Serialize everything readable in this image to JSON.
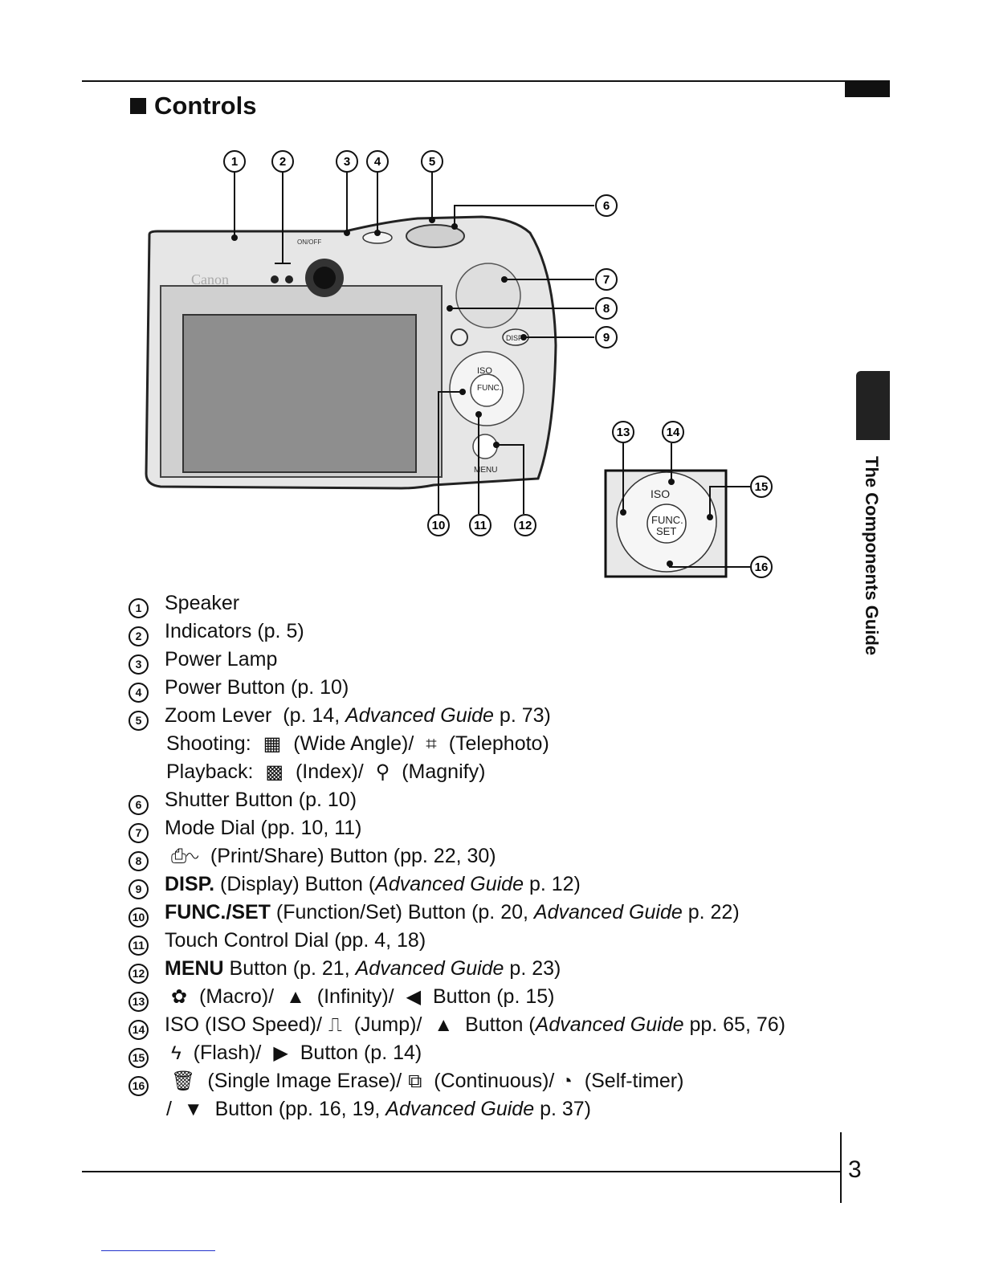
{
  "heading": "Controls",
  "side_tab_label": "The Components Guide",
  "page_number": "3",
  "figure": {
    "callouts": [
      "1",
      "2",
      "3",
      "4",
      "5",
      "6",
      "7",
      "8",
      "9",
      "10",
      "11",
      "12",
      "13",
      "14",
      "15",
      "16"
    ],
    "camera_texts": {
      "brand": "Canon",
      "power": "ON/OFF",
      "iso": "ISO",
      "func_line1": "FUNC.",
      "func_line2": "SET",
      "disp": "DISP.",
      "menu": "MENU"
    }
  },
  "items": [
    {
      "num": "1",
      "segments": [
        {
          "t": "Speaker"
        }
      ]
    },
    {
      "num": "2",
      "segments": [
        {
          "t": "Indicators (p. 5)"
        }
      ]
    },
    {
      "num": "3",
      "segments": [
        {
          "t": "Power Lamp"
        }
      ]
    },
    {
      "num": "4",
      "segments": [
        {
          "t": "Power Button (p. 10)"
        }
      ]
    },
    {
      "num": "5",
      "segments": [
        {
          "t": "Zoom Lever  (p. 14, "
        },
        {
          "t": "Advanced Guide",
          "i": true
        },
        {
          "t": " p. 73)"
        }
      ]
    },
    {
      "num": "",
      "indent": true,
      "segments": [
        {
          "t": "Shooting: "
        },
        {
          "icon": "wide-angle-icon",
          "g": "▦"
        },
        {
          "t": " (Wide Angle)/ "
        },
        {
          "icon": "telephoto-icon",
          "g": "⌗"
        },
        {
          "t": " (Telephoto)"
        }
      ]
    },
    {
      "num": "",
      "indent": true,
      "segments": [
        {
          "t": "Playback: "
        },
        {
          "icon": "index-icon",
          "g": "▩"
        },
        {
          "t": " (Index)/ "
        },
        {
          "icon": "magnify-icon",
          "g": "⚲"
        },
        {
          "t": " (Magnify)"
        }
      ]
    },
    {
      "num": "6",
      "segments": [
        {
          "t": "Shutter Button (p. 10)"
        }
      ]
    },
    {
      "num": "7",
      "segments": [
        {
          "t": "Mode Dial (pp. 10, 11)"
        }
      ]
    },
    {
      "num": "8",
      "segments": [
        {
          "icon": "print-share-icon",
          "g": "⎙∿"
        },
        {
          "t": " (Print/Share) Button (pp. 22, 30)"
        }
      ]
    },
    {
      "num": "9",
      "segments": [
        {
          "t": "DISP.",
          "b": true
        },
        {
          "t": " (Display) Button ("
        },
        {
          "t": "Advanced Guide",
          "i": true
        },
        {
          "t": " p. 12)"
        }
      ]
    },
    {
      "num": "10",
      "segments": [
        {
          "t": "FUNC./SET",
          "b": true
        },
        {
          "t": " (Function/Set) Button (p. 20, "
        },
        {
          "t": "Advanced Guide",
          "i": true
        },
        {
          "t": " p. 22)"
        }
      ]
    },
    {
      "num": "11",
      "segments": [
        {
          "t": "Touch Control Dial (pp. 4, 18)"
        }
      ]
    },
    {
      "num": "12",
      "segments": [
        {
          "t": "MENU",
          "b": true
        },
        {
          "t": " Button (p. 21, "
        },
        {
          "t": "Advanced Guide",
          "i": true
        },
        {
          "t": " p. 23)"
        }
      ]
    },
    {
      "num": "13",
      "segments": [
        {
          "icon": "macro-icon",
          "g": "✿"
        },
        {
          "t": " (Macro)/ "
        },
        {
          "icon": "infinity-icon",
          "g": "▲"
        },
        {
          "t": " (Infinity)/ "
        },
        {
          "icon": "left-arrow-icon",
          "g": "◀"
        },
        {
          "t": " Button (p. 15)"
        }
      ]
    },
    {
      "num": "14",
      "segments": [
        {
          "t": "ISO",
          "b": false
        },
        {
          "t": " (ISO Speed)/"
        },
        {
          "icon": "jump-icon",
          "g": "⎍"
        },
        {
          "t": " (Jump)/ "
        },
        {
          "icon": "up-arrow-icon",
          "g": "▲"
        },
        {
          "t": " Button ("
        },
        {
          "t": "Advanced Guide",
          "i": true
        },
        {
          "t": " pp. 65, 76)"
        }
      ]
    },
    {
      "num": "15",
      "segments": [
        {
          "icon": "flash-icon",
          "g": "ϟ"
        },
        {
          "t": " (Flash)/ "
        },
        {
          "icon": "right-arrow-icon",
          "g": "▶"
        },
        {
          "t": " Button (p. 14)"
        }
      ]
    },
    {
      "num": "16",
      "segments": [
        {
          "icon": "erase-icon",
          "g": "🗑"
        },
        {
          "t": " (Single Image Erase)/"
        },
        {
          "icon": "continuous-icon",
          "g": "⧉"
        },
        {
          "t": " (Continuous)/"
        },
        {
          "icon": "self-timer-icon",
          "g": "◔"
        },
        {
          "t": " (Self-timer)"
        }
      ]
    },
    {
      "num": "",
      "indent": true,
      "segments": [
        {
          "t": "/ "
        },
        {
          "icon": "down-arrow-icon",
          "g": "▼"
        },
        {
          "t": " Button (pp. 16, 19, "
        },
        {
          "t": "Advanced Guide",
          "i": true
        },
        {
          "t": " p. 37)"
        }
      ]
    }
  ]
}
